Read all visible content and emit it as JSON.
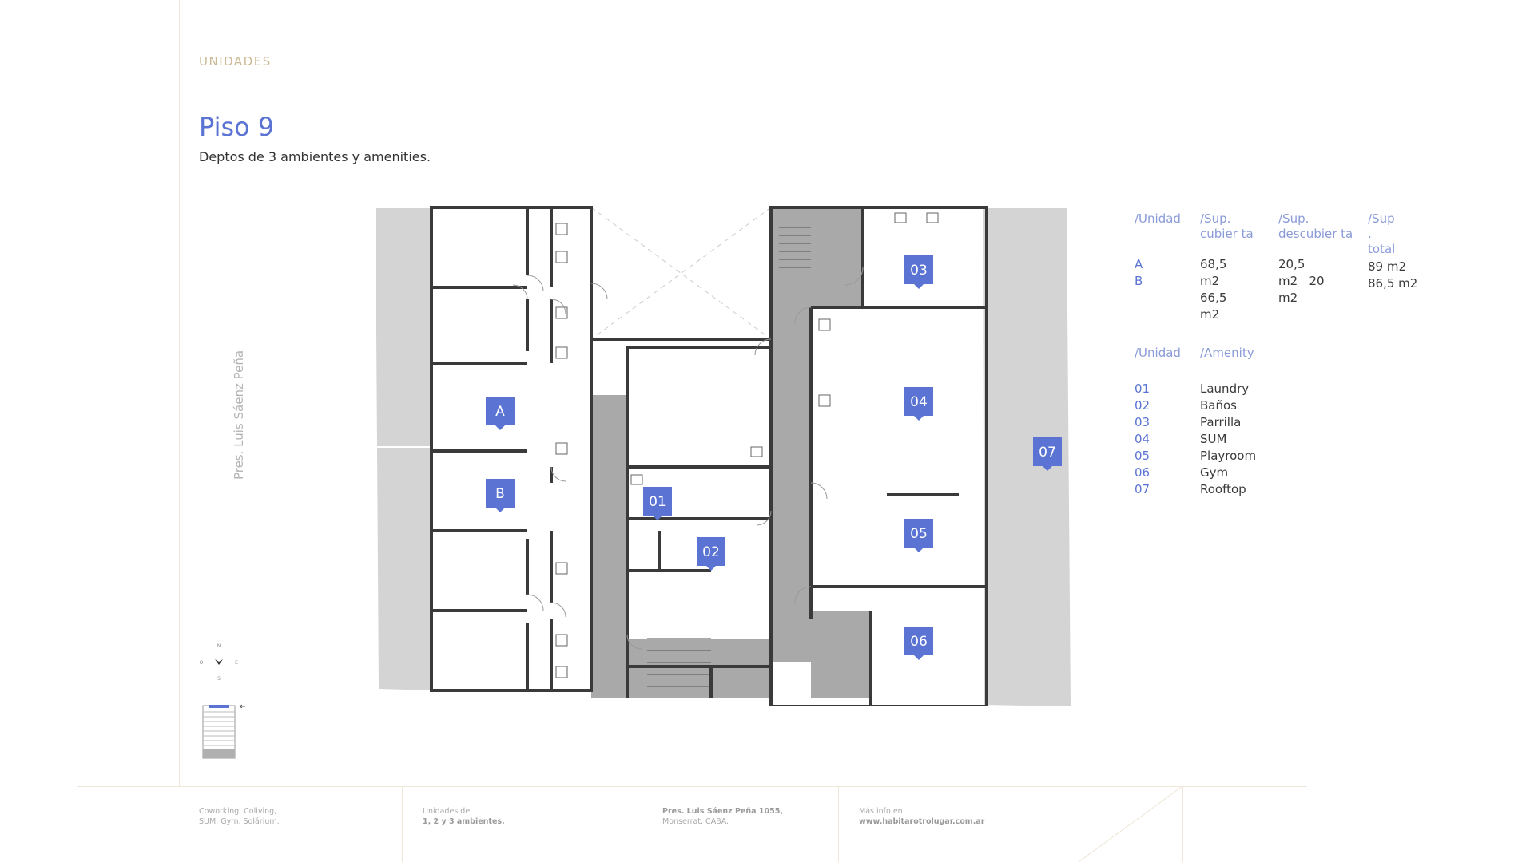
{
  "header": {
    "section_label": "UNIDADES",
    "title": "Piso 9",
    "subtitle": "Deptos de 3 ambientes y amenities."
  },
  "street_label": "Pres. Luis Sáenz Peña",
  "compass": {
    "n": "N",
    "s": "S",
    "e": "E",
    "o": "O"
  },
  "plan": {
    "units": [
      "A",
      "B"
    ],
    "amenity_markers": [
      "01",
      "02",
      "03",
      "04",
      "05",
      "06",
      "07"
    ],
    "marker_color": "#5b74d4",
    "wall_color": "#3a3a3a",
    "common_area_color": "#a9a9a9",
    "terrace_color": "#d4d4d4"
  },
  "units_table": {
    "headers": {
      "unit": "/Unidad",
      "covered": "/Sup. cubier ta",
      "uncovered": "/Sup. descubier ta",
      "total": "/Sup . total"
    },
    "unit_codes": [
      "A",
      "B"
    ],
    "covered_lines": [
      "68,5",
      "m2",
      "66,5",
      "m2"
    ],
    "uncovered_lines": [
      "20,5",
      "m2   20",
      "m2"
    ],
    "total_lines": [
      "89 m2",
      "86,5 m2"
    ]
  },
  "amenities_table": {
    "headers": {
      "unit": "/Unidad",
      "amenity": "/Amenity"
    },
    "rows": [
      {
        "code": "01",
        "name": "Laundry"
      },
      {
        "code": "02",
        "name": "Baños"
      },
      {
        "code": "03",
        "name": "Parrilla"
      },
      {
        "code": "04",
        "name": "SUM"
      },
      {
        "code": "05",
        "name": "Playroom"
      },
      {
        "code": "06",
        "name": "Gym"
      },
      {
        "code": "07",
        "name": "Rooftop"
      }
    ]
  },
  "footer": {
    "col1_line1": "Coworking,  Coliving,",
    "col1_line2": "SUM, Gym, Solárium.",
    "col2_line1": "Unidades de",
    "col2_line2": "1, 2 y 3 ambientes.",
    "col3_line1": "Pres. Luis Sáenz Peña 1055,",
    "col3_line2": "Monserrat, CABA.",
    "col4_line1": "Más info en",
    "col4_line2": "www.habitarotrolugar.com.ar"
  }
}
